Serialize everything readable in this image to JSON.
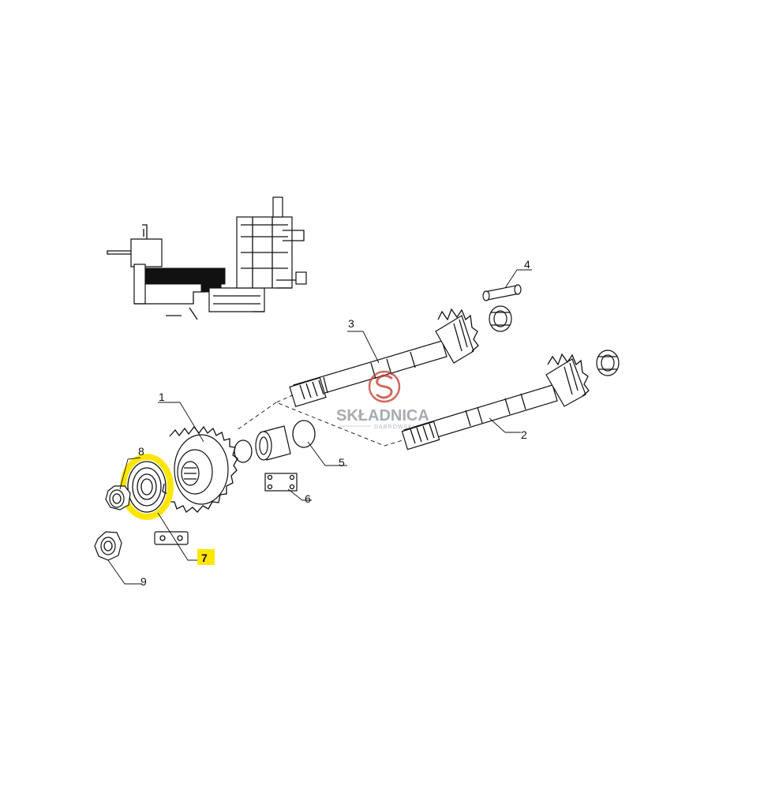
{
  "diagram": {
    "highlight_color": "#ffe600",
    "line_color": "#111111",
    "background": "#ffffff",
    "highlighted_part": "7",
    "callouts": [
      {
        "id": "part-1",
        "label": "1"
      },
      {
        "id": "part-2",
        "label": "2"
      },
      {
        "id": "part-3",
        "label": "3"
      },
      {
        "id": "part-4",
        "label": "4"
      },
      {
        "id": "part-5",
        "label": "5"
      },
      {
        "id": "part-6",
        "label": "6"
      },
      {
        "id": "part-7",
        "label": "7"
      },
      {
        "id": "part-8",
        "label": "8"
      },
      {
        "id": "part-9",
        "label": "9"
      }
    ]
  },
  "watermark": {
    "brand": "SKŁADNICA",
    "sub": "DĄBROWSKI",
    "accent_color": "#c0392b",
    "icon": "s-logo-icon"
  }
}
